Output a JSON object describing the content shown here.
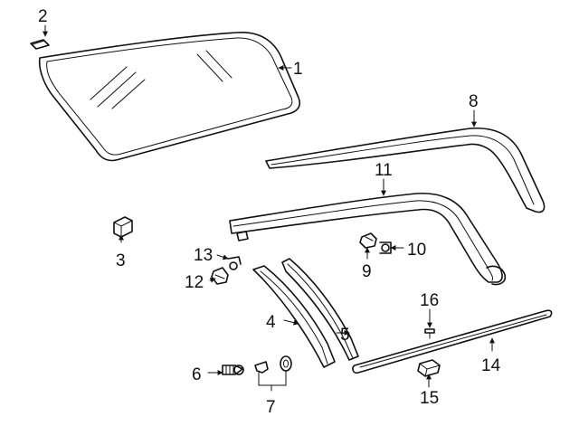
{
  "callouts": [
    {
      "id": "c1",
      "label": "1"
    },
    {
      "id": "c2",
      "label": "2"
    },
    {
      "id": "c3",
      "label": "3"
    },
    {
      "id": "c4",
      "label": "4"
    },
    {
      "id": "c5",
      "label": "5"
    },
    {
      "id": "c6",
      "label": "6"
    },
    {
      "id": "c7",
      "label": "7"
    },
    {
      "id": "c8",
      "label": "8"
    },
    {
      "id": "c9",
      "label": "9"
    },
    {
      "id": "c10",
      "label": "10"
    },
    {
      "id": "c11",
      "label": "11"
    },
    {
      "id": "c12",
      "label": "12"
    },
    {
      "id": "c13",
      "label": "13"
    },
    {
      "id": "c14",
      "label": "14"
    },
    {
      "id": "c15",
      "label": "15"
    },
    {
      "id": "c16",
      "label": "16"
    }
  ],
  "colors": {
    "line": "#111111",
    "background": "#ffffff"
  }
}
